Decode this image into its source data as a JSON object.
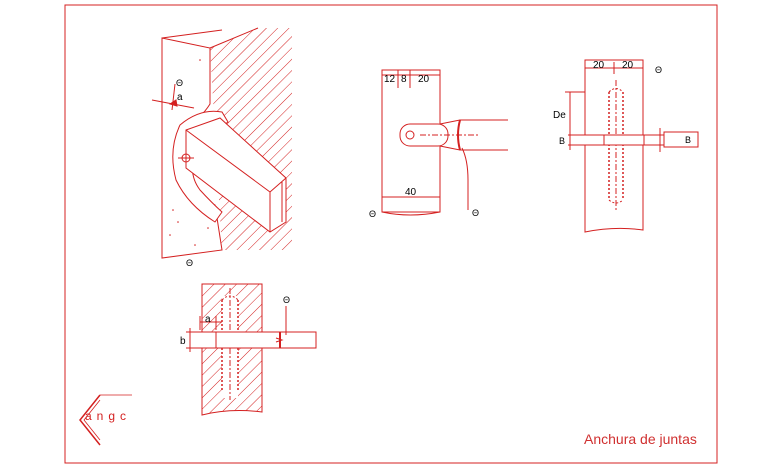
{
  "title": "Anchura de juntas",
  "logo_text": "angc",
  "colors": {
    "line": "#d42020",
    "text": "#000000",
    "title": "#d03030"
  },
  "view_topright": {
    "dims_top": [
      "12",
      "8",
      "20"
    ],
    "dim_bottom": "40",
    "refs": [
      "Θ",
      "Θ"
    ]
  },
  "view_farright": {
    "dims_top": [
      "20",
      "20"
    ],
    "label_de": "De",
    "label_b_left": "B",
    "label_b_right": "B",
    "refs": [
      "Θ"
    ]
  },
  "view_iso": {
    "label_a": "a",
    "refs": [
      "Θ",
      "Θ"
    ]
  },
  "view_bottom": {
    "label_a": "a",
    "label_b": "b",
    "refs": [
      "Θ"
    ]
  }
}
